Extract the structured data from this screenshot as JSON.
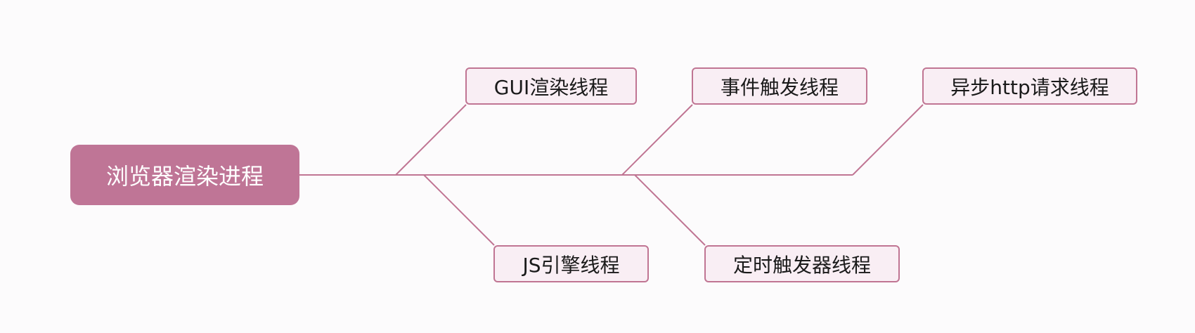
{
  "diagram": {
    "root": {
      "label": "浏览器渲染进程"
    },
    "nodes": [
      {
        "id": "gui",
        "label": "GUI渲染线程"
      },
      {
        "id": "js",
        "label": "JS引擎线程"
      },
      {
        "id": "event",
        "label": "事件触发线程"
      },
      {
        "id": "timer",
        "label": "定时触发器线程"
      },
      {
        "id": "http",
        "label": "异步http请求线程"
      }
    ]
  }
}
